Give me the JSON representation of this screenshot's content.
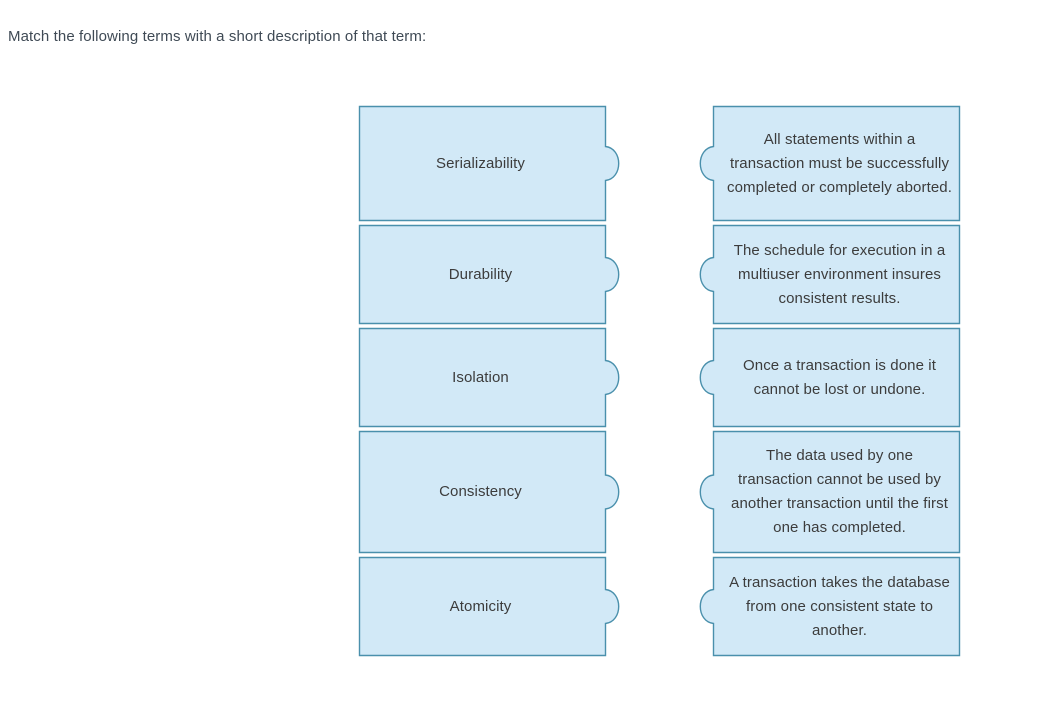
{
  "prompt": "Match the following terms with a short description of that term:",
  "colors": {
    "piece_fill": "#d2e9f7",
    "piece_border": "#4a90ac",
    "text": "#3c3c3c",
    "prompt_text": "#3f4a55",
    "background": "#ffffff"
  },
  "match_board": {
    "rows": [
      {
        "term": "Serializability",
        "description": "All statements within a transaction must be successfully completed or completely aborted.",
        "height": 115
      },
      {
        "term": "Durability",
        "description": "The schedule for execution in a multiuser environment insures consistent results.",
        "height": 99
      },
      {
        "term": "Isolation",
        "description": "Once a transaction is done it cannot be lost or undone.",
        "height": 99
      },
      {
        "term": "Consistency",
        "description": "The data used by one transaction cannot be used by another transaction until the first one has completed.",
        "height": 122
      },
      {
        "term": "Atomicity",
        "description": "A transaction takes the database from one consistent state to another.",
        "height": 99
      }
    ]
  }
}
